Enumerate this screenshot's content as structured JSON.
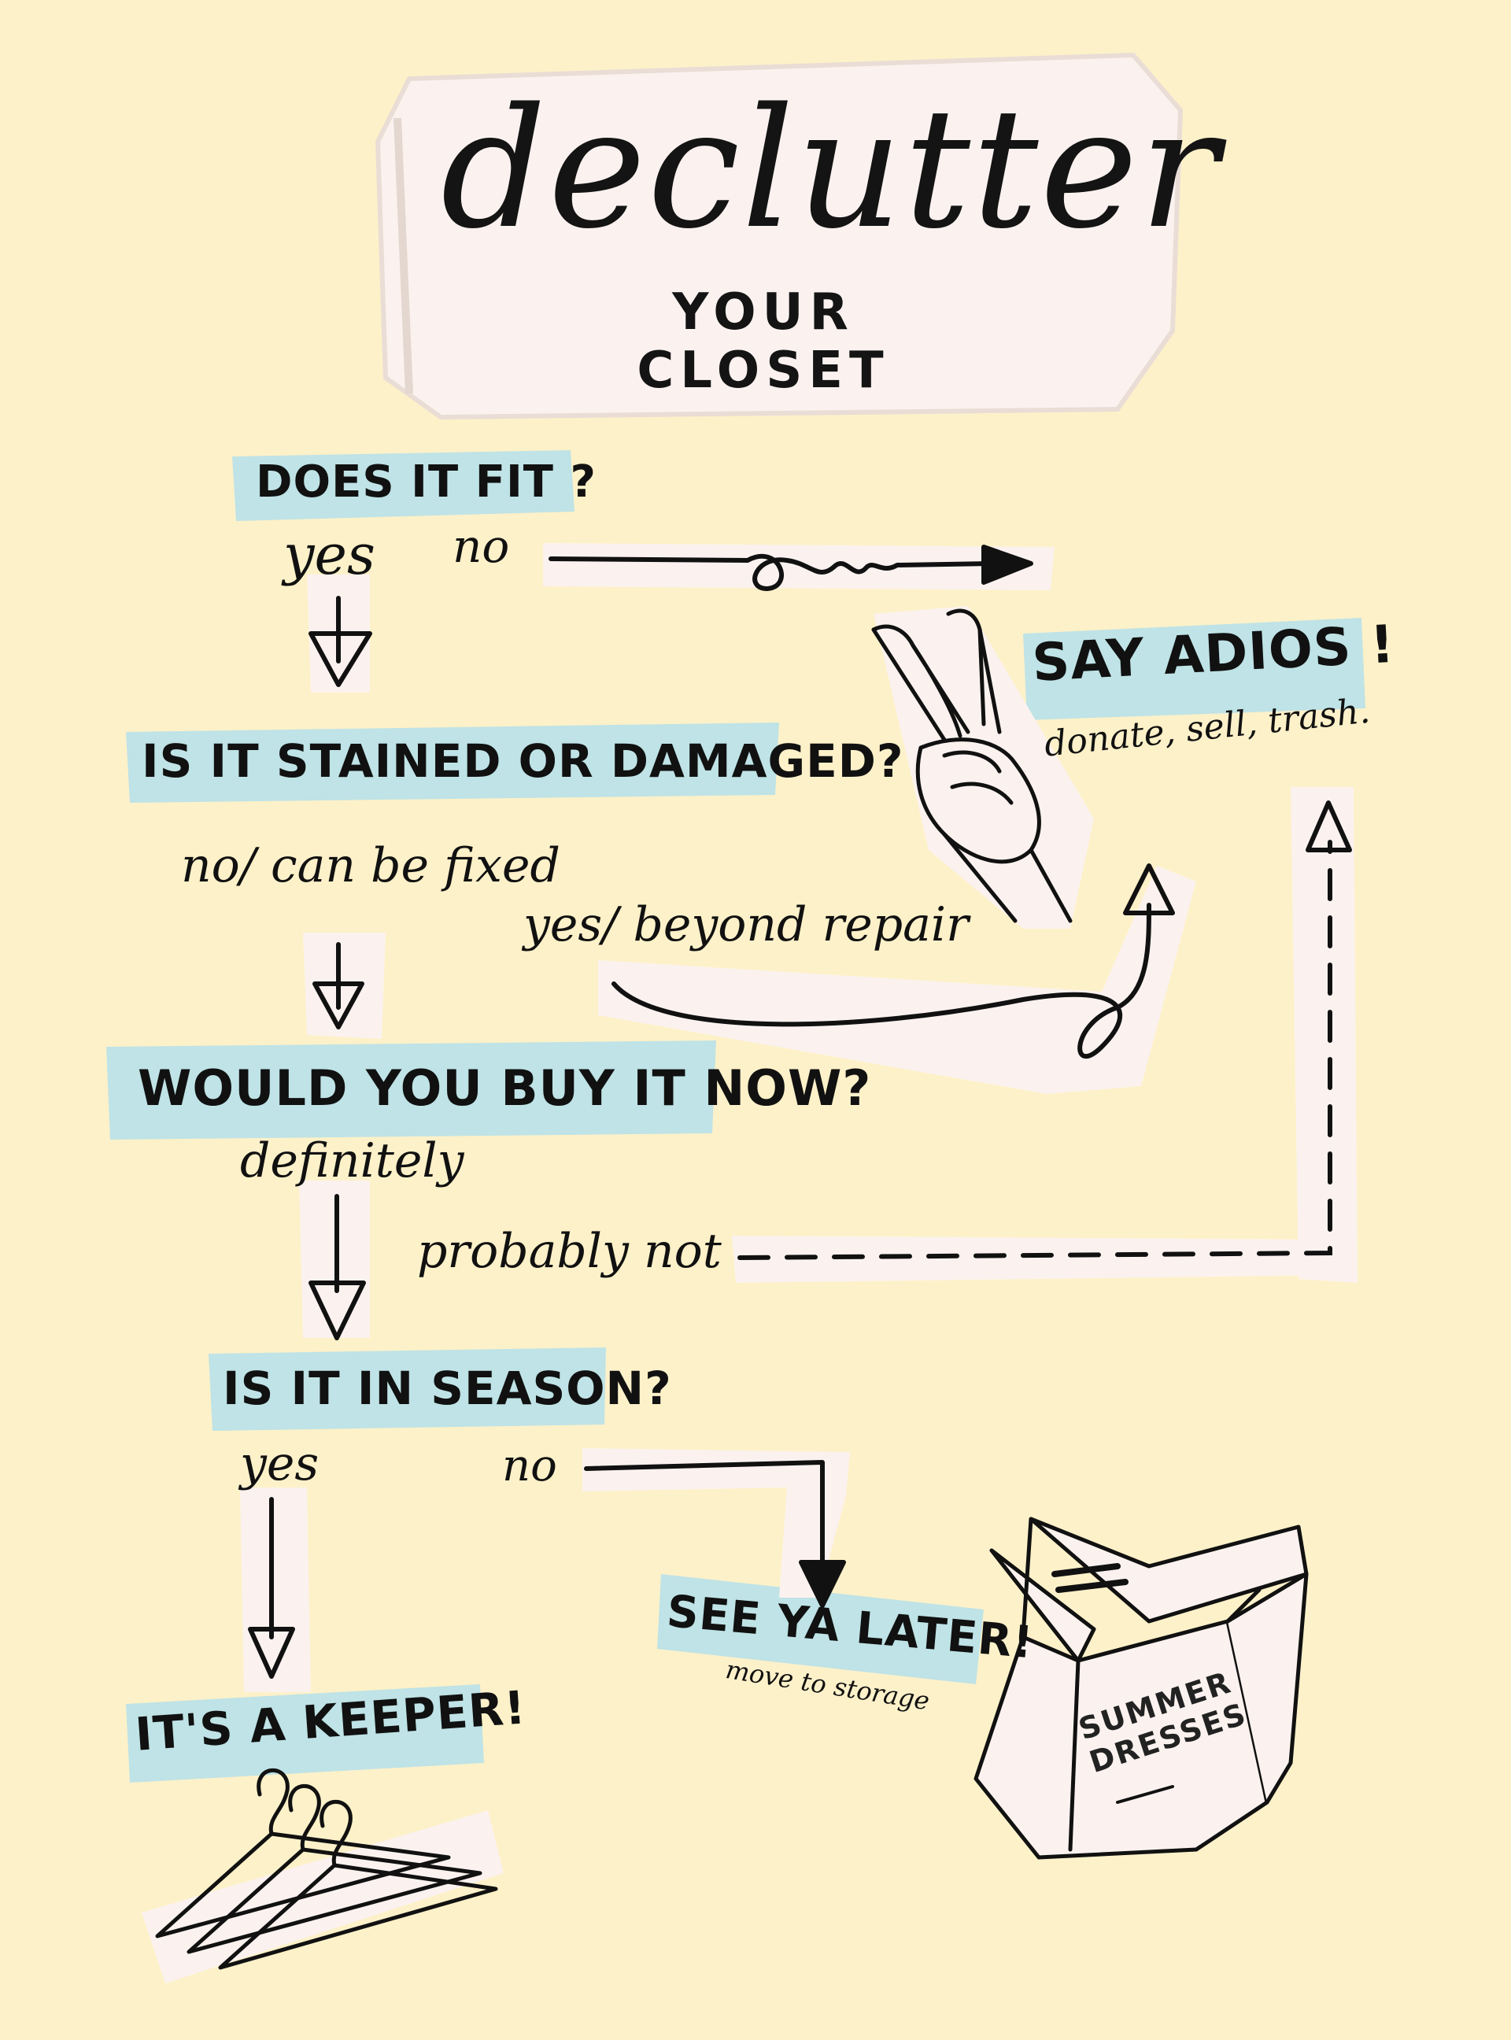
{
  "title": {
    "main": "declutter",
    "sub": "YOUR CLOSET"
  },
  "questions": {
    "fit": "DOES IT FIT ?",
    "stained": "IS IT STAINED OR DAMAGED?",
    "buy": "WOULD YOU BUY IT NOW?",
    "season": "IS IT IN SEASON?"
  },
  "answers": {
    "fit_yes": "yes",
    "fit_no": "no",
    "stained_no": "no/ can be fixed",
    "stained_yes": "yes/ beyond repair",
    "buy_yes": "definitely",
    "buy_no": "probably not",
    "season_yes": "yes",
    "season_no": "no"
  },
  "outcomes": {
    "adios": "SAY ADIOS !",
    "adios_note": "donate, sell, trash.",
    "later": "SEE YA LATER!",
    "later_note": "move to storage",
    "keeper": "IT'S A KEEPER!"
  },
  "box_label": {
    "line1": "SUMMER",
    "line2": "DRESSES"
  },
  "colors": {
    "background": "#fdf1c9",
    "highlight": "#bfe3e6",
    "paper": "#fbf2ef",
    "ink": "#111111"
  },
  "icons": [
    "peace-hand-icon",
    "hangers-icon",
    "storage-box-icon"
  ]
}
